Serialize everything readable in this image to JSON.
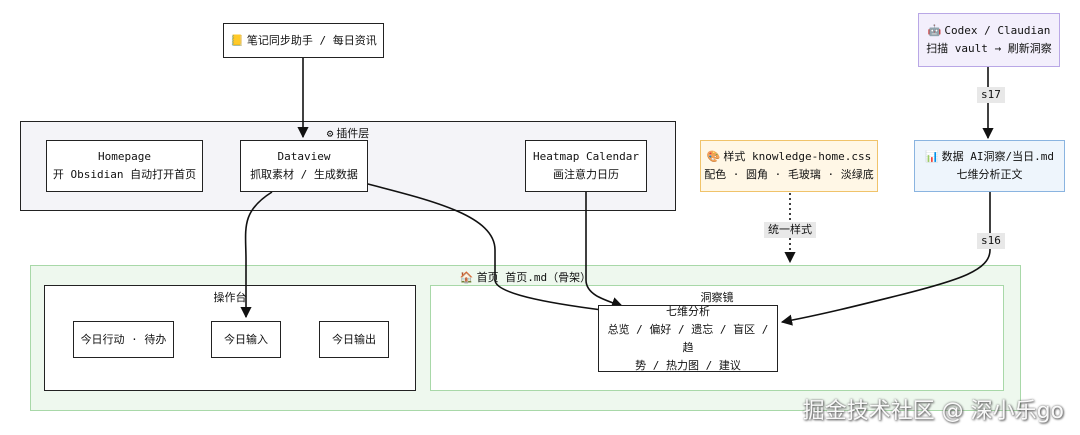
{
  "nodes": {
    "sync_assistant": {
      "icon": "notebook-icon",
      "line1": "笔记同步助手 / 每日资讯"
    },
    "codex": {
      "icon": "robot-icon",
      "line1": "Codex / Claudian",
      "line2": "扫描 vault → 刷新洞察"
    },
    "homepage": {
      "line1": "Homepage",
      "line2": "开 Obsidian 自动打开首页"
    },
    "dataview": {
      "line1": "Dataview",
      "line2": "抓取素材 / 生成数据"
    },
    "heatmap": {
      "line1": "Heatmap Calendar",
      "line2": "画注意力日历"
    },
    "style": {
      "icon": "palette-icon",
      "line1": "样式 knowledge-home.css",
      "line2": "配色 · 圆角 · 毛玻璃 · 淡绿底"
    },
    "insight_md": {
      "icon": "chart-icon",
      "line1": "数据 AI洞察/当日.md",
      "line2": "七维分析正文"
    },
    "today_todo": {
      "line1": "今日行动 · 待办"
    },
    "today_input": {
      "line1": "今日输入"
    },
    "today_output": {
      "line1": "今日输出"
    },
    "seven_dim": {
      "line1": "七维分析",
      "line2": "总览 / 偏好 / 遗忘 / 盲区 / 趋",
      "line3": "势 / 热力图 / 建议"
    }
  },
  "groups": {
    "plugin_layer": {
      "icon": "gear-icon",
      "title": "插件层"
    },
    "homepage_md": {
      "icon": "house-icon",
      "title": "首页 首页.md（骨架）"
    },
    "console": {
      "title": "操作台"
    },
    "insight_lens": {
      "title": "洞察镜"
    }
  },
  "edge_labels": {
    "s17": "s17",
    "s16": "s16",
    "unified_style": "统一样式"
  },
  "watermark": "掘金技术社区 @ 深小乐go",
  "colors": {
    "plugin_bg": "#f4f4f8",
    "home_bg": "#eef8ee",
    "home_border": "#a8d8a8",
    "style_bg": "#fff7e6",
    "style_border": "#f0c36a",
    "insight_bg": "#eef5fc",
    "insight_border": "#8ab4e0",
    "codex_bg": "#f3effc",
    "codex_border": "#b9a7e6"
  }
}
